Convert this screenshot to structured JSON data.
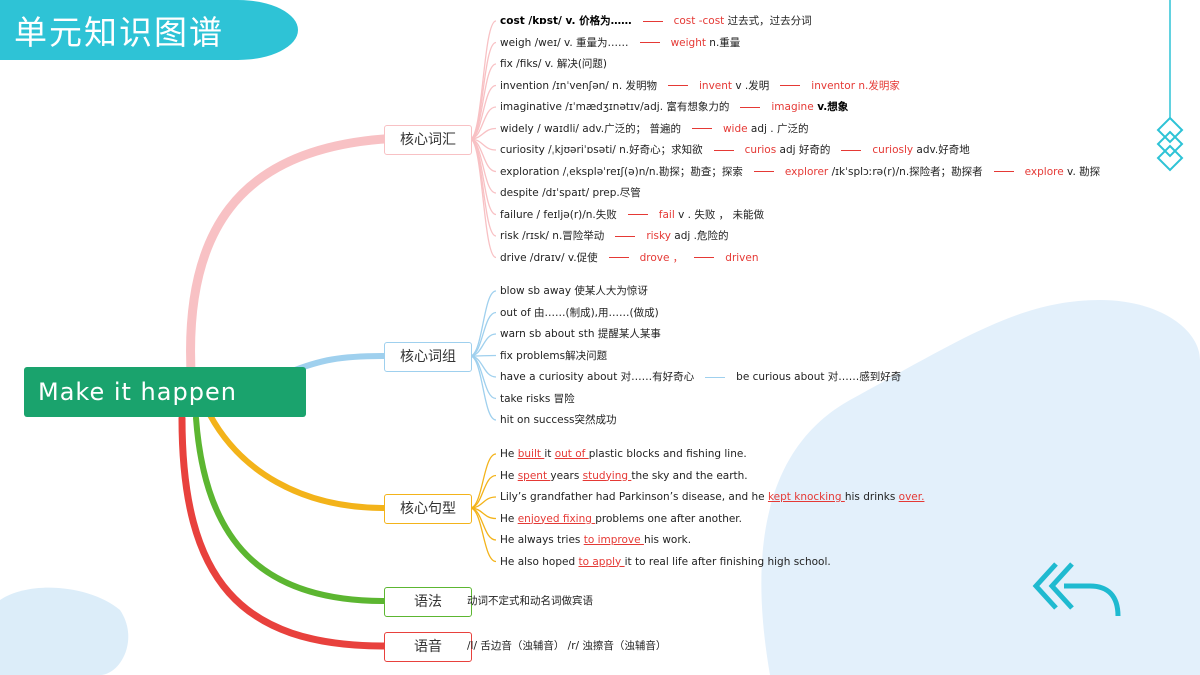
{
  "header": {
    "title": "单元知识图谱"
  },
  "root": {
    "label": "Make it happen"
  },
  "colors": {
    "vocab": "#f8c1c4",
    "phrases": "#9fd0ee",
    "sentences": "#f3b31a",
    "grammar": "#5cb631",
    "phonetics": "#e8413d",
    "highlight": "#e53935",
    "root": "#1aa36d",
    "banner": "#2ec3d6"
  },
  "categories": {
    "vocab": {
      "label": "核心词汇",
      "items": [
        {
          "main": "cost /kɒst/ v.  价格为……",
          "derived": [
            {
              "word": "cost -cost",
              "gloss": " 过去式，过去分词"
            }
          ]
        },
        {
          "main": "weigh /weɪ/ v.  重量为……",
          "derived": [
            {
              "word": "weight",
              "gloss": " n.重量"
            }
          ]
        },
        {
          "main": "fix  /fiks/  v.  解决(问题)",
          "derived": []
        },
        {
          "main": "invention  /ɪnˈvenʃən/  n.  发明物",
          "derived": [
            {
              "word": "invent",
              "gloss": " v .发明"
            },
            {
              "word": "inventor",
              "gloss": "  n.发明家",
              "gloss_red": true
            }
          ]
        },
        {
          "main": "imaginative /ɪˈmædʒɪnətɪv/adj. 富有想象力的",
          "derived": [
            {
              "word": "imagine",
              "gloss": " v.想象",
              "gloss_bold": true
            }
          ]
        },
        {
          "main": "widely / waɪdli/ adv.广泛的； 普遍的",
          "derived": [
            {
              "word": "wide",
              "gloss": " adj . 广泛的"
            }
          ]
        },
        {
          "main": "curiosity /ˌkjʊəriˈɒsəti/ n.好奇心；求知欲",
          "derived": [
            {
              "word": "curios",
              "gloss": " adj 好奇的"
            },
            {
              "word": "curiosly",
              "gloss": " adv.好奇地"
            }
          ]
        },
        {
          "main": "exploration /ˌekspləˈreɪʃ(ə)n/n.勘探；勘查；探索",
          "derived": [
            {
              "word": "explorer",
              "gloss": " /ɪkˈsplɔːrə(r)/n.探险者；勘探者"
            },
            {
              "word": "explore",
              "gloss": " v. 勘探"
            }
          ]
        },
        {
          "main": "despite /dɪˈspaɪt/ prep.尽管",
          "derived": []
        },
        {
          "main": "failure / feɪljə(r)/n.失败",
          "derived": [
            {
              "word": "fail",
              "gloss": " v . 失败 ， 未能做"
            }
          ]
        },
        {
          "main": "risk /rɪsk/ n.冒险举动",
          "derived": [
            {
              "word": "risky",
              "gloss": " adj .危险的"
            }
          ]
        },
        {
          "main": "drive /draɪv/ v.促使",
          "derived": [
            {
              "word": "drove ，",
              "gloss": ""
            },
            {
              "word": "driven",
              "gloss": ""
            }
          ]
        }
      ]
    },
    "phrases": {
      "label": "核心词组",
      "items": [
        {
          "main": "blow sb away    使某人大为惊讶"
        },
        {
          "main": "out of    由……(制成),用……(做成)"
        },
        {
          "main": "warn sb about sth    提醒某人某事"
        },
        {
          "main": "fix problems解决问题"
        },
        {
          "main": "have a curiosity about    对……有好奇心",
          "after_dash": "be curious about    对……感到好奇"
        },
        {
          "main": "take risks    冒险"
        },
        {
          "main": "hit on success突然成功"
        }
      ]
    },
    "sentences": {
      "label": "核心句型",
      "items": [
        {
          "parts": [
            {
              "t": "He "
            },
            {
              "t": "built ",
              "u": true
            },
            {
              "t": "it "
            },
            {
              "t": "out of ",
              "u": true
            },
            {
              "t": "plastic blocks and fishing line."
            }
          ]
        },
        {
          "parts": [
            {
              "t": "He "
            },
            {
              "t": "spent ",
              "u": true
            },
            {
              "t": "years "
            },
            {
              "t": "studying ",
              "u": true
            },
            {
              "t": "the sky and the earth."
            }
          ]
        },
        {
          "parts": [
            {
              "t": "Lily’s grandfather had Parkinson’s disease, and he "
            },
            {
              "t": "kept knocking ",
              "u": true
            },
            {
              "t": "his drinks "
            },
            {
              "t": "over.",
              "u": true
            }
          ]
        },
        {
          "parts": [
            {
              "t": "He "
            },
            {
              "t": "enjoyed fixing ",
              "u": true
            },
            {
              "t": "problems one after another."
            }
          ]
        },
        {
          "parts": [
            {
              "t": "He always tries "
            },
            {
              "t": "to improve ",
              "u": true
            },
            {
              "t": "his work."
            }
          ]
        },
        {
          "parts": [
            {
              "t": "He also hoped "
            },
            {
              "t": "to apply ",
              "u": true
            },
            {
              "t": "it to real life after finishing high school."
            }
          ]
        }
      ]
    },
    "grammar": {
      "label": "语法",
      "note": "动词不定式和动名词做宾语"
    },
    "phonetics": {
      "label": "语音",
      "note": "/l/ 舌边音（浊辅音） /r/ 浊擦音（浊辅音）"
    }
  },
  "icons": {
    "diamonds": "diamond-chain-icon",
    "back": "back-arrow-icon"
  }
}
